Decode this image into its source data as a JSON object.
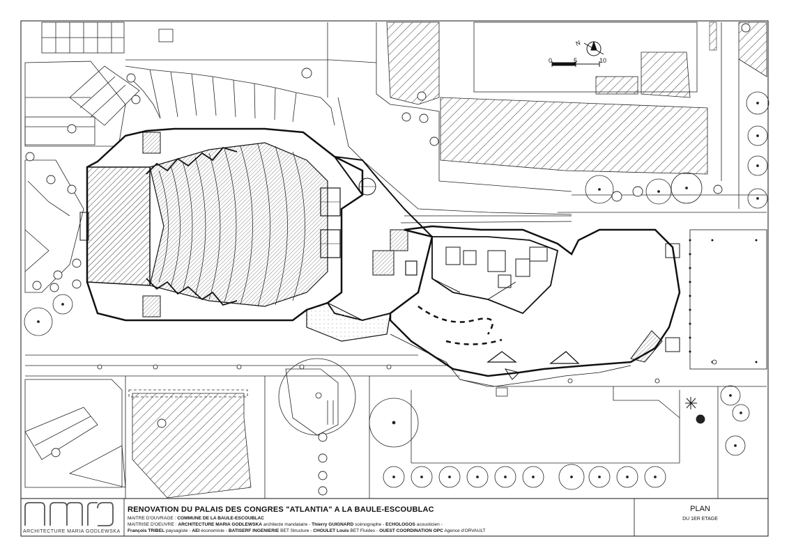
{
  "title_block": {
    "logo_label": "ARCHITECTURE MARIA GODLEWSKA",
    "project_title": "RENOVATION DU PALAIS DES CONGRES \"ATLANTIA\" A LA BAULE-ESCOUBLAC",
    "maitre_ouvrage_label": "MAITRE D'OUVRAGE :",
    "maitre_ouvrage_value": "COMMUNE DE LA BAULE-ESCOUBLAC",
    "maitrise_oeuvre_label": "MAITRISE D'OEUVRE :",
    "architect_name": "ARCHITECTURE MARIA GODLEWSKA",
    "architect_role": "architecte mandataire -",
    "scenographer_name": "Thierry GUIGNARD",
    "scenographer_role": "scénographe -",
    "acoustician_name": "ECHOLOGOS",
    "acoustician_role": "acousticien -",
    "landscaper_name": "François TRIBEL",
    "landscaper_role": "paysagiste -",
    "economist_name": "AEI",
    "economist_role": "économiste -",
    "structure_name": "BATISERF INGENIERIE",
    "structure_role": "BET Structure -",
    "fluids_name": "CHOULET Louis",
    "fluids_role": "BET Fluides -",
    "opc_name": "OUEST COORDINATION OPC",
    "opc_role": "Agence d'ORVAULT",
    "drawing_title": "PLAN",
    "drawing_subtitle": "DU 1ER ETAGE"
  },
  "scale_bar": {
    "label_0": "0",
    "label_5": "5",
    "label_10": "10",
    "north_label": "N"
  }
}
